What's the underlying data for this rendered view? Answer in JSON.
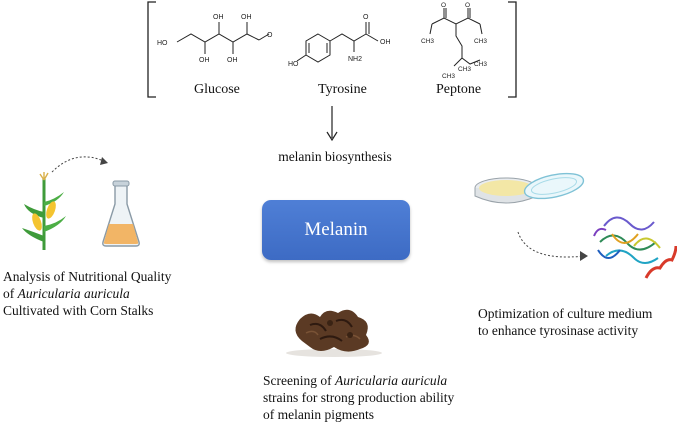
{
  "precursors": {
    "glucose": {
      "name": "Glucose",
      "atoms": {
        "ho": "HO",
        "oh": "OH",
        "o": "O"
      }
    },
    "tyrosine": {
      "name": "Tyrosine",
      "atoms": {
        "ho": "HO",
        "oh": "OH",
        "o": "O",
        "nh2": "NH2"
      }
    },
    "peptone": {
      "name": "Peptone",
      "atoms": {
        "o": "O",
        "ch3": "CH3"
      }
    }
  },
  "pathway": {
    "label": "melanin biosynthesis"
  },
  "center": {
    "label": "Melanin"
  },
  "captions": {
    "left": {
      "line1": "Analysis of Nutritional Quality",
      "line2_pre": "of ",
      "line2_italic": "Auricularia auricula",
      "line3": "Cultivated with Corn Stalks"
    },
    "right": {
      "line1": "Optimization of culture medium",
      "line2": "to enhance tyrosinase activity"
    },
    "bottom": {
      "line1_pre": "Screening of ",
      "line1_italic": "Auricularia auricula",
      "line2": "strains for strong production ability",
      "line3": "of melanin pigments"
    }
  },
  "colors": {
    "box": "#4a78d0",
    "flask_liquid": "#f2b566",
    "agar": "#f3e7a6",
    "corn_leaf": "#3f9b3a",
    "corn_cob": "#f4c430"
  }
}
